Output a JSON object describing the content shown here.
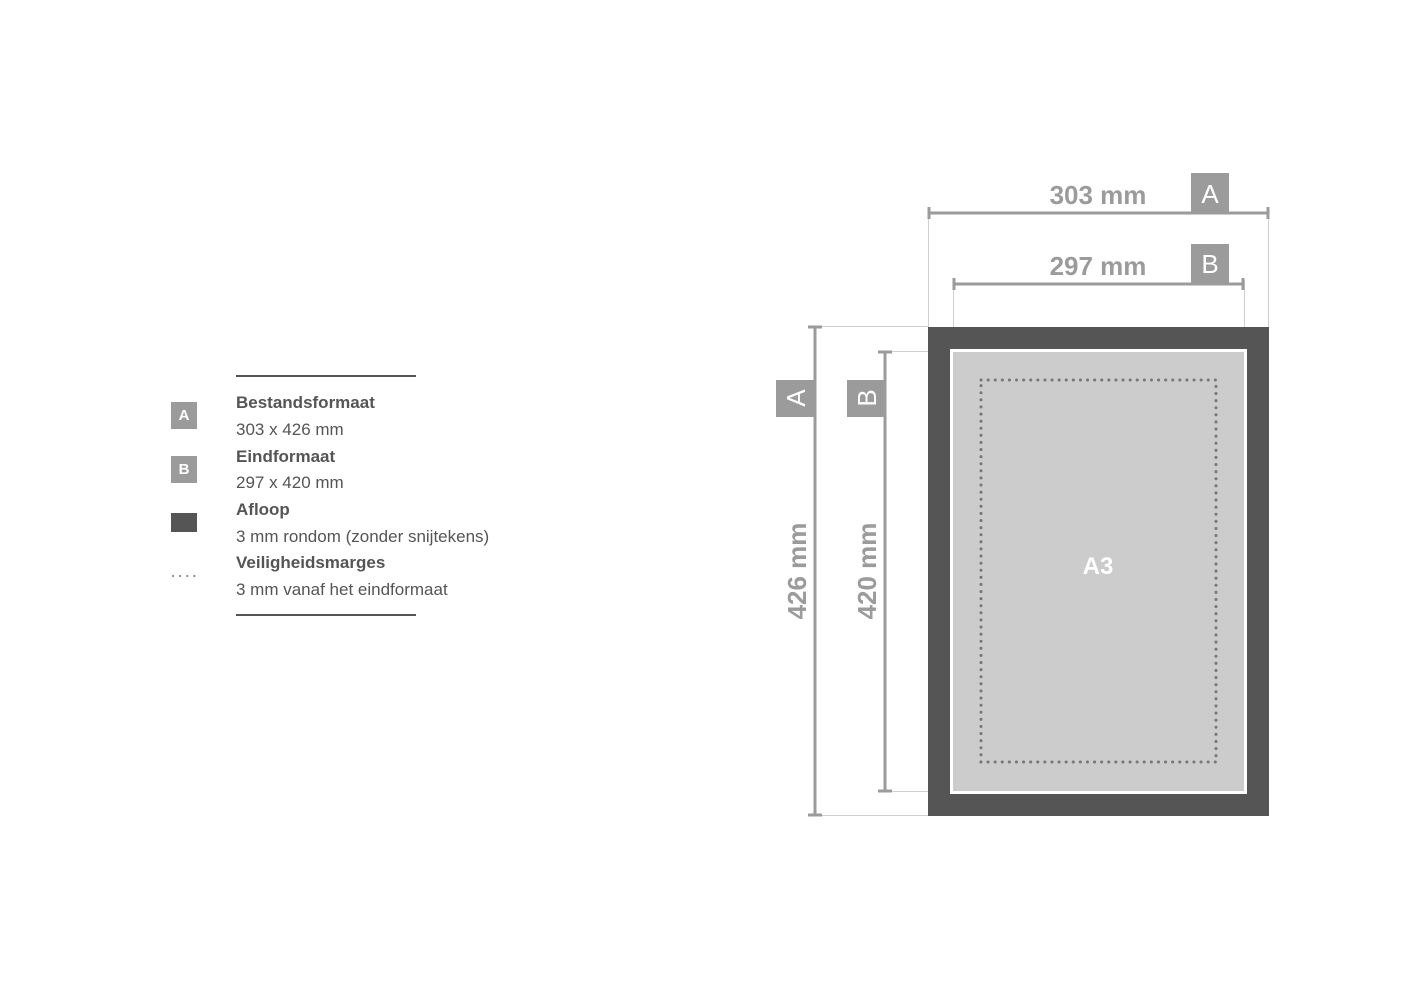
{
  "legend": {
    "items": [
      {
        "marker": "A",
        "title": "Bestandsformaat",
        "desc": "303 x 426 mm"
      },
      {
        "marker": "B",
        "title": "Eindformaat",
        "desc": "297 x 420 mm"
      },
      {
        "marker": "bleed-swatch",
        "title": "Afloop",
        "desc": "3 mm rondom (zonder snijtekens)"
      },
      {
        "marker": "dotted-line",
        "title": "Veiligheidsmarges",
        "desc": "3 mm vanaf het eindformaat"
      }
    ]
  },
  "diagram": {
    "format_label": "A3",
    "width_a": {
      "badge": "A",
      "label": "303 mm"
    },
    "width_b": {
      "badge": "B",
      "label": "297 mm"
    },
    "height_a": {
      "badge": "A",
      "label": "426 mm"
    },
    "height_b": {
      "badge": "B",
      "label": "420 mm"
    }
  },
  "colors": {
    "bleed": "#555555",
    "trim_area": "#cccccc",
    "dimension": "#9b9b9b",
    "badge": "#9b9b9b",
    "text": "#555555"
  }
}
